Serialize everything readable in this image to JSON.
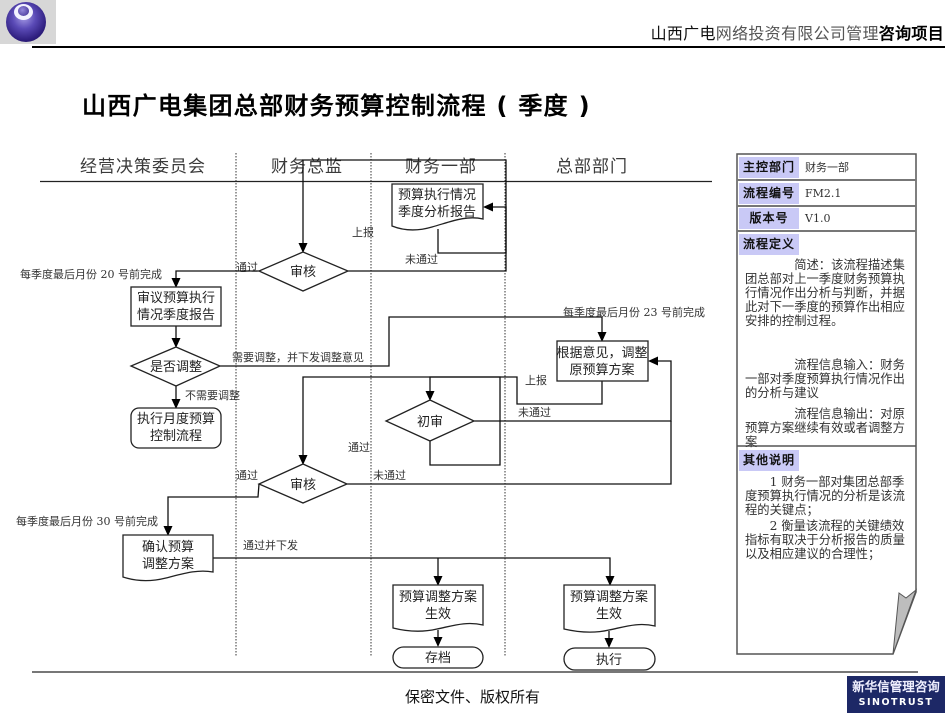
{
  "header": {
    "org_part1": "山西广电",
    "org_part2": "网络投资有限公司管理",
    "org_part3": "咨询项目"
  },
  "title": "山西广电集团总部财务预算控制流程 ( 季度 )",
  "lanes": [
    {
      "label": "经营决策委员会"
    },
    {
      "label": "财务总监"
    },
    {
      "label": "财务一部"
    },
    {
      "label": "总部部门"
    }
  ],
  "nodes": {
    "report_doc": {
      "lines": [
        "预算执行情况",
        "季度分析报告"
      ]
    },
    "review_1": {
      "label": "审核"
    },
    "committee_review": {
      "lines": [
        "审议预算执行",
        "情况季度报告"
      ]
    },
    "adjust_decision": {
      "label": "是否调整"
    },
    "monthly_control": {
      "lines": [
        "执行月度预算",
        "控制流程"
      ]
    },
    "adjust_plan": {
      "lines": [
        "根据意见，调整",
        "原预算方案"
      ]
    },
    "initial_review": {
      "label": "初审"
    },
    "review_2": {
      "label": "审核"
    },
    "confirm_plan": {
      "lines": [
        "确认预算",
        "调整方案"
      ]
    },
    "effective_left": {
      "lines": [
        "预算调整方案",
        "生效"
      ]
    },
    "effective_right": {
      "lines": [
        "预算调整方案",
        "生效"
      ]
    },
    "archive": {
      "label": "存档"
    },
    "execute": {
      "label": "执行"
    }
  },
  "edge_labels": {
    "report_up": "上报",
    "review1_reject": "未通过",
    "review1_pass": "通过",
    "deadline_20": "每季度最后月份 20 号前完成",
    "need_adjust": "需要调整，并下发调整意见",
    "deadline_23": "每季度最后月份 23 号前完成",
    "no_adjust": "不需要调整",
    "plan_up": "上报",
    "initial_reject": "未通过",
    "initial_pass": "通过",
    "review2_pass": "通过",
    "review2_reject": "未通过",
    "deadline_30": "每季度最后月份 30 号前完成",
    "pass_issue": "通过并下发"
  },
  "panel": {
    "rows": [
      {
        "label": "主控部门",
        "value": "财务一部"
      },
      {
        "label": "流程编号",
        "value": "FM2.1"
      },
      {
        "label": "版本号",
        "value": "V1.0"
      }
    ],
    "definition": {
      "label": "流程定义",
      "paragraphs": [
        "简述：该流程描述集团总部对上一季度财务预算执行情况作出分析与判断，并据此对下一季度的预算作出相应安排的控制过程。",
        "流程信息输入：财务一部对季度预算执行情况作出的分析与建议",
        "流程信息输出：对原预算方案继续有效或者调整方案"
      ]
    },
    "notes": {
      "label": "其他说明",
      "paragraphs": [
        "1 财务一部对集团总部季度预算执行情况的分析是该流程的关键点；",
        "2 衡量该流程的关键绩效指标有取决于分析报告的质量以及相应建议的合理性；"
      ]
    }
  },
  "footer": {
    "confidential": "保密文件、版权所有",
    "brand_cn": "新华信管理咨询",
    "brand_en": "SINOTRUST"
  }
}
